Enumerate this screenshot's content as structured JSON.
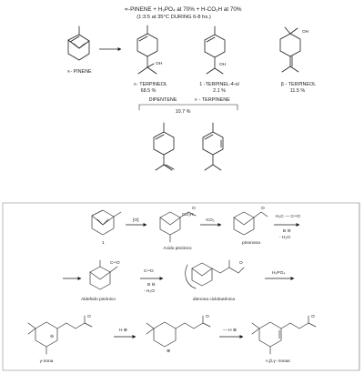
{
  "header": {
    "title": "∝-PINENE + H₃PO₄ at 70% + H-CO₂H at 70%",
    "conditions": "(1:3:5 at 35°C   DURING 6-8 hs.)"
  },
  "terpineols": [
    {
      "label": "∝- PINENE",
      "pct": ""
    },
    {
      "label": "∝- TERPINEOL",
      "pct": "68.5 %"
    },
    {
      "label": "1 -TERPINEL-4-ol",
      "pct": "2.1 %"
    },
    {
      "label": "β - TERPINEOL",
      "pct": "11.5 %"
    }
  ],
  "atoms": {
    "oh_1": "OH",
    "oh_2": "OH",
    "oh_3": "OH"
  },
  "dienes": {
    "left": "DIPENTENE",
    "right": "∝ - TERPINENE",
    "pct": "10.7 %"
  },
  "irone_route": {
    "labels": {
      "acid": "Acido pinónico",
      "pinonone": "pinonona",
      "aldehyde": "Aldehido pinónico",
      "cyclobutenone": "dienona ciclobuténica",
      "gamma_irone": "γ-irona",
      "alpha_beta_irones": "∝,β,γ- ironas"
    },
    "reagents": {
      "step1": "[O]",
      "step2": "-CO₂",
      "step3_top": "H₃C — C═O",
      "step3_bottom": "B ⊖",
      "step3_loss": "- H₂O",
      "step4_top": "C═O",
      "step4_bottom": "B ⊖",
      "step4_loss": "- H₂O",
      "step5": "H₃PO₄",
      "step6": "H ⊕",
      "step7": "— H ⊕"
    },
    "marks": {
      "one": "1",
      "minus": "⊖",
      "plus": "⊕",
      "oxygen": "O",
      "cho": "C═O",
      "co2h": "CO₂H",
      "o_atom": "O"
    }
  }
}
